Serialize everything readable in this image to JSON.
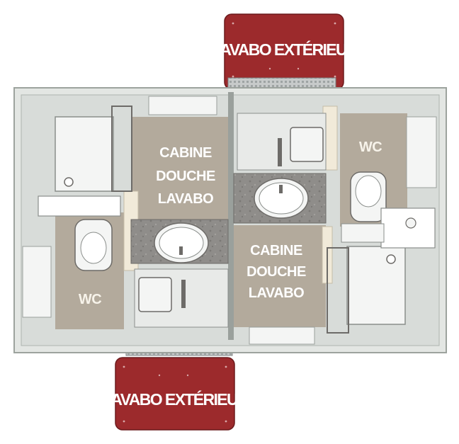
{
  "labels": {
    "ext_top": "LAVABO EXTÉRIEUR",
    "ext_bottom": "LAVABO EXTÉRIEUR",
    "cabin_left": [
      "CABINE",
      "DOUCHE",
      "LAVABO"
    ],
    "cabin_right": [
      "CABINE",
      "DOUCHE",
      "LAVABO"
    ],
    "wc_left": "WC",
    "wc_right": "WC"
  },
  "colors": {
    "floor": "#b3aa9c",
    "wall": "#e3e6e3",
    "wall_edge": "#9da39e",
    "ext_panel": "#9c2a2c",
    "counter": "#8d8c89",
    "fixture": "#f4f5f4",
    "grate": "#b8bcbc",
    "beam": "#f1ead9",
    "label_light": "#ffffff",
    "label_wc": "#f7f3ea"
  }
}
